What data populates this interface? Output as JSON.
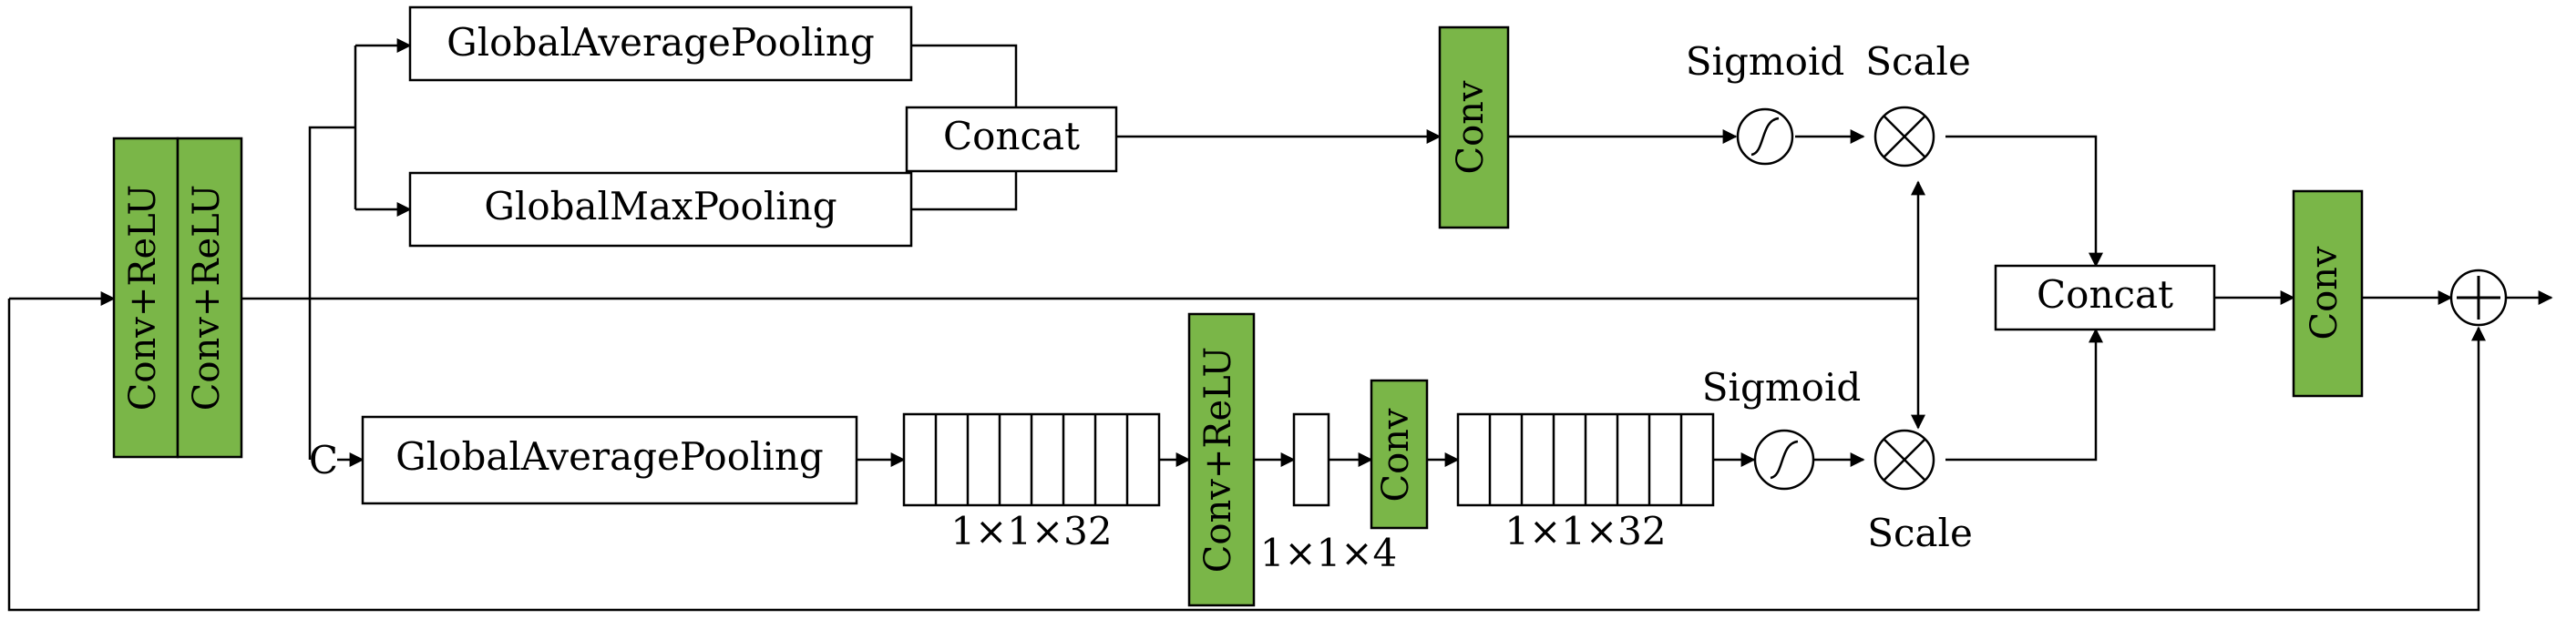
{
  "diagram": {
    "conv_relu_1": "Conv+ReLU",
    "conv_relu_2": "Conv+ReLU",
    "gap_top": "GlobalAveragePooling",
    "gmp_top": "GlobalMaxPooling",
    "concat_top": "Concat",
    "conv_top": "Conv",
    "sigmoid_top": "Sigmoid",
    "scale_top": "Scale",
    "channel_c": "C",
    "gap_bottom": "GlobalAveragePooling",
    "feat_32a": "1×1×32",
    "conv_relu_mid": "Conv+ReLU",
    "feat_4": "1×1×4",
    "conv_mid": "Conv",
    "feat_32b": "1×1×32",
    "sigmoid_bottom": "Sigmoid",
    "scale_bottom": "Scale",
    "concat_right": "Concat",
    "conv_out": "Conv"
  },
  "colors": {
    "conv_fill": "#7ab648",
    "line": "#000000"
  },
  "icons": [
    "sigmoid-icon",
    "multiply-icon",
    "add-icon",
    "arrowhead-icon"
  ]
}
